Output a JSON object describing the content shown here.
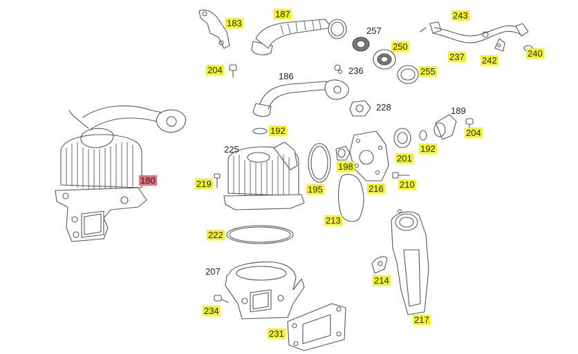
{
  "colors": {
    "label_highlight": "#f5f51e",
    "label_selected": "#e0707a",
    "line": "#555555"
  },
  "labels": [
    {
      "id": "l180",
      "text": "180",
      "style": "selected"
    },
    {
      "id": "l183",
      "text": "183",
      "style": "highlight"
    },
    {
      "id": "l187",
      "text": "187",
      "style": "highlight"
    },
    {
      "id": "l257",
      "text": "257",
      "style": "plain"
    },
    {
      "id": "l250",
      "text": "250",
      "style": "highlight"
    },
    {
      "id": "l243",
      "text": "243",
      "style": "highlight"
    },
    {
      "id": "l237",
      "text": "237",
      "style": "highlight"
    },
    {
      "id": "l242",
      "text": "242",
      "style": "highlight"
    },
    {
      "id": "l240",
      "text": "240",
      "style": "highlight"
    },
    {
      "id": "l204a",
      "text": "204",
      "style": "highlight"
    },
    {
      "id": "l236",
      "text": "236",
      "style": "plain"
    },
    {
      "id": "l255",
      "text": "255",
      "style": "highlight"
    },
    {
      "id": "l186",
      "text": "186",
      "style": "plain"
    },
    {
      "id": "l228",
      "text": "228",
      "style": "plain"
    },
    {
      "id": "l189",
      "text": "189",
      "style": "plain"
    },
    {
      "id": "l192a",
      "text": "192",
      "style": "highlight"
    },
    {
      "id": "l204b",
      "text": "204",
      "style": "highlight"
    },
    {
      "id": "l225",
      "text": "225",
      "style": "plain"
    },
    {
      "id": "l192b",
      "text": "192",
      "style": "highlight"
    },
    {
      "id": "l198",
      "text": "198",
      "style": "highlight"
    },
    {
      "id": "l201",
      "text": "201",
      "style": "highlight"
    },
    {
      "id": "l219",
      "text": "219",
      "style": "highlight"
    },
    {
      "id": "l195",
      "text": "195",
      "style": "highlight"
    },
    {
      "id": "l216",
      "text": "216",
      "style": "highlight"
    },
    {
      "id": "l210",
      "text": "210",
      "style": "highlight"
    },
    {
      "id": "l213",
      "text": "213",
      "style": "highlight"
    },
    {
      "id": "l222",
      "text": "222",
      "style": "highlight"
    },
    {
      "id": "l207",
      "text": "207",
      "style": "plain"
    },
    {
      "id": "l214",
      "text": "214",
      "style": "highlight"
    },
    {
      "id": "l234",
      "text": "234",
      "style": "highlight"
    },
    {
      "id": "l217",
      "text": "217",
      "style": "highlight"
    },
    {
      "id": "l231",
      "text": "231",
      "style": "highlight"
    }
  ]
}
